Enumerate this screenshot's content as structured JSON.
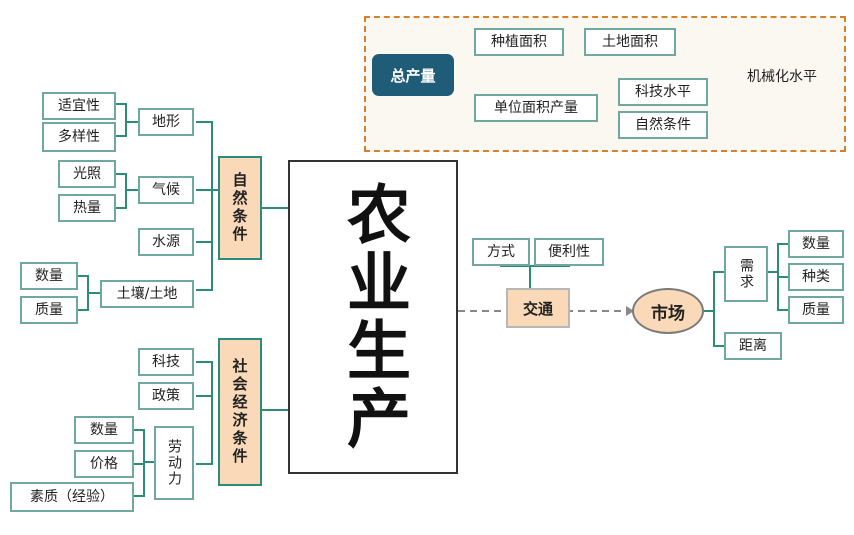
{
  "center": "农业生产",
  "natural": {
    "label": "自然条件",
    "terrain": {
      "label": "地形",
      "children": [
        "适宜性",
        "多样性"
      ]
    },
    "climate": {
      "label": "气候",
      "children": [
        "光照",
        "热量"
      ]
    },
    "water": "水源",
    "soil": {
      "label": "土壤/土地",
      "children": [
        "数量",
        "质量"
      ]
    }
  },
  "socio": {
    "label": "社会经济条件",
    "tech": "科技",
    "policy": "政策",
    "labor": {
      "label": "劳动力",
      "children": [
        "数量",
        "价格",
        "素质（经验）"
      ]
    }
  },
  "total": {
    "label": "总产量",
    "planting_area": "种植面积",
    "land_area": "土地面积",
    "mechanization": "机械化水平",
    "unit_yield": "单位面积产量",
    "tech_level": "科技水平",
    "natural_cond": "自然条件"
  },
  "transport": {
    "label": "交通",
    "method": "方式",
    "convenience": "便利性"
  },
  "market": {
    "label": "市场",
    "demand": {
      "label": "需求",
      "children": [
        "数量",
        "种类",
        "质量"
      ]
    },
    "distance": "距离"
  }
}
